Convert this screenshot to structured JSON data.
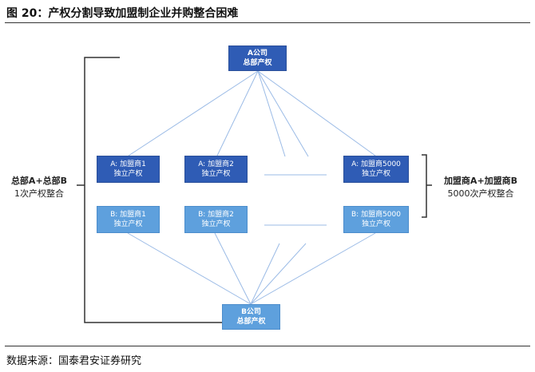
{
  "title": "图 20：产权分割导致加盟制企业并购整合困难",
  "source": "数据来源：国泰君安证券研究",
  "top_hq": {
    "line1": "A公司",
    "line2": "总部产权"
  },
  "bottom_hq": {
    "line1": "B公司",
    "line2": "总部产权"
  },
  "row_a": [
    {
      "line1": "A:  加盟商1",
      "line2": "独立产权"
    },
    {
      "line1": "A:  加盟商2",
      "line2": "独立产权"
    },
    {
      "line1": "A:  加盟商5000",
      "line2": "独立产权"
    }
  ],
  "row_b": [
    {
      "line1": "B:  加盟商1",
      "line2": "独立产权"
    },
    {
      "line1": "B:  加盟商2",
      "line2": "独立产权"
    },
    {
      "line1": "B:  加盟商5000",
      "line2": "独立产权"
    }
  ],
  "left_label": {
    "line1": "总部A+总部B",
    "line2": "1次产权整合"
  },
  "right_label": {
    "line1": "加盟商A+加盟商B",
    "line2": "5000次产权整合"
  },
  "colors": {
    "dark_box": "#2f5cb5",
    "light_box": "#5ea0dd",
    "connector": "#9bbbe6"
  }
}
